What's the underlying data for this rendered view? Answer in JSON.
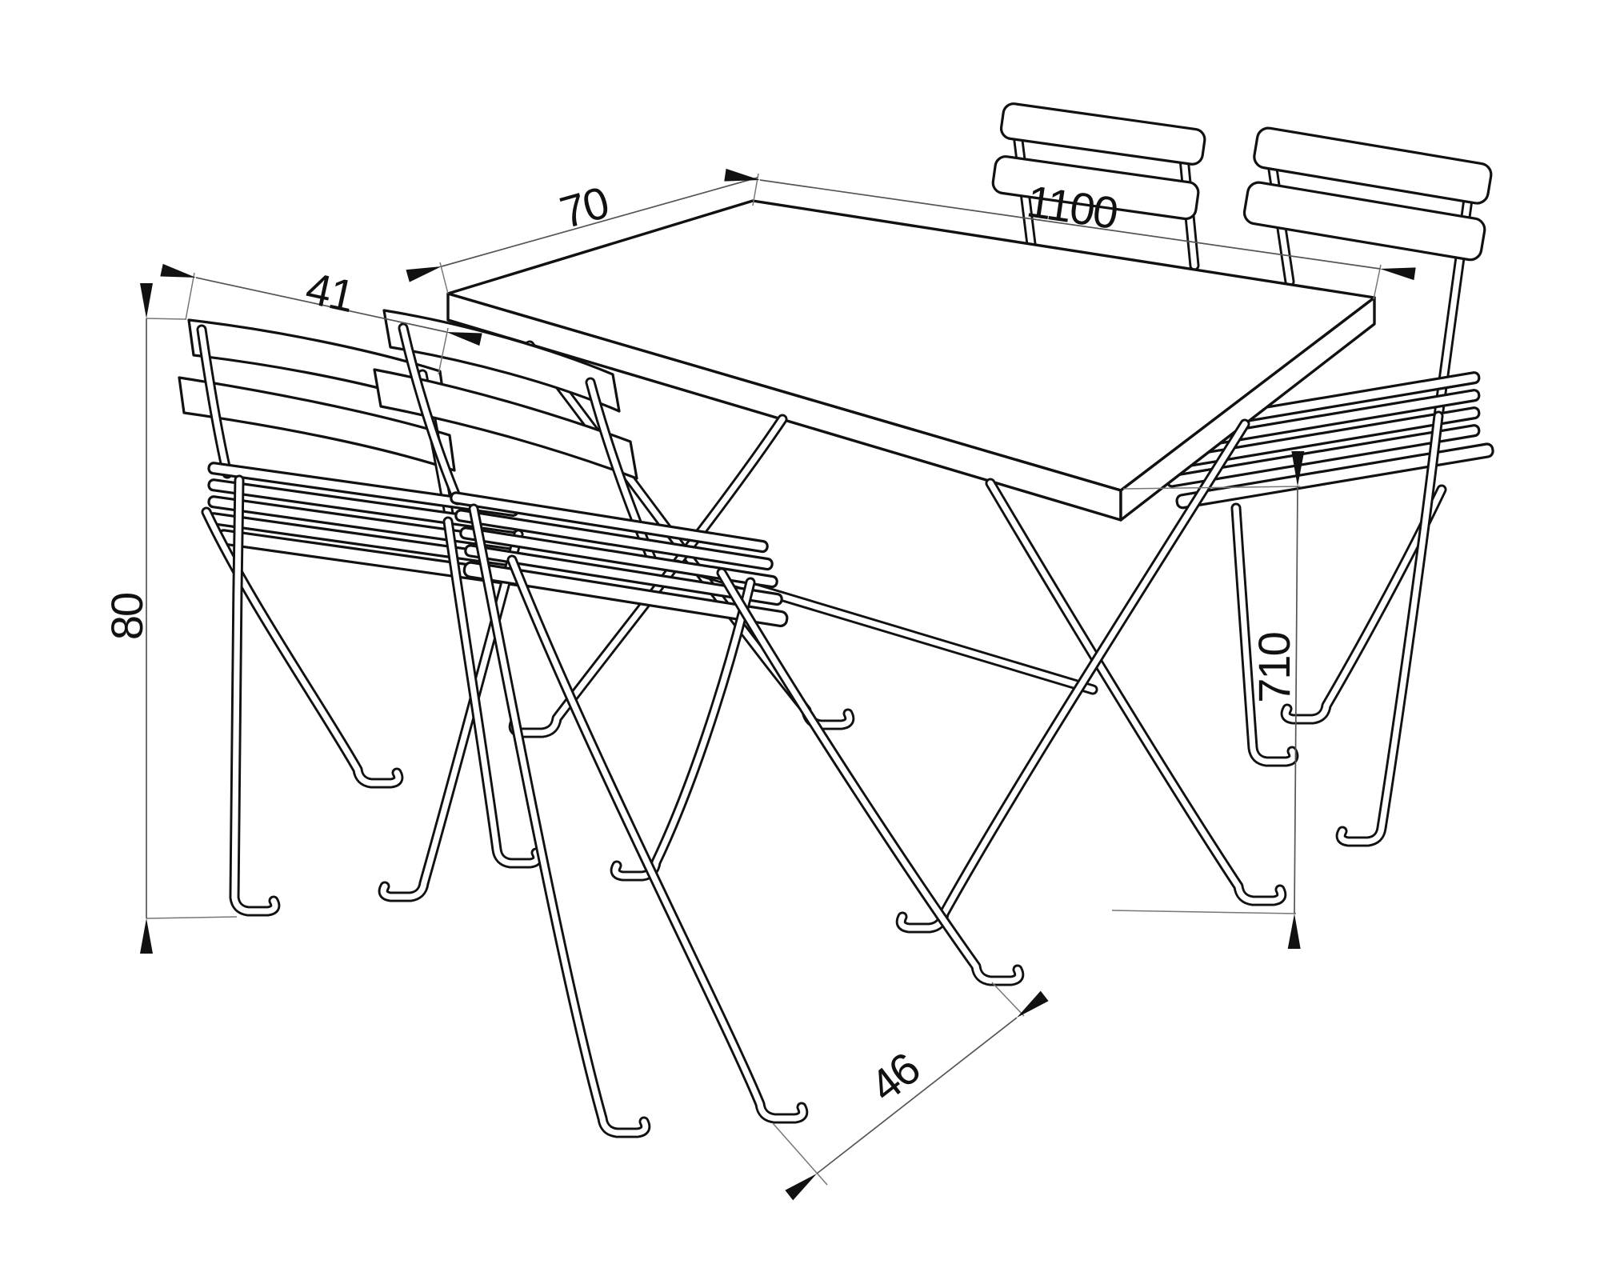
{
  "drawing": {
    "colors": {
      "line": "#111111",
      "dimension_line": "#555555",
      "background": "#ffffff"
    },
    "dimensions": {
      "table_depth": {
        "value": "70"
      },
      "table_length": {
        "value": "1100"
      },
      "back_width": {
        "value": "41"
      },
      "chair_height": {
        "value": "80"
      },
      "table_height": {
        "value": "710"
      },
      "seat_depth": {
        "value": "46"
      }
    }
  }
}
